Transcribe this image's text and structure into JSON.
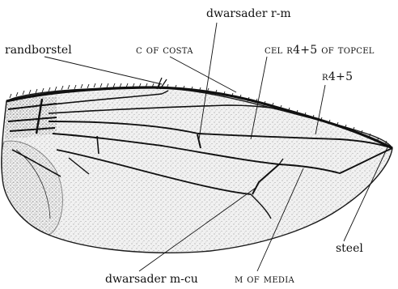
{
  "labels": {
    "randborstel": "randborstel",
    "costa": "c of costa",
    "rm": "dwarsader r-m",
    "cel": "cel r4+5 of topcel",
    "r45": "r4+5",
    "steel": "steel",
    "mcu": "dwarsader m-cu",
    "media": "m of media"
  },
  "colors": {
    "ink": "#111111",
    "wing_fill": "#f3f3f3"
  }
}
